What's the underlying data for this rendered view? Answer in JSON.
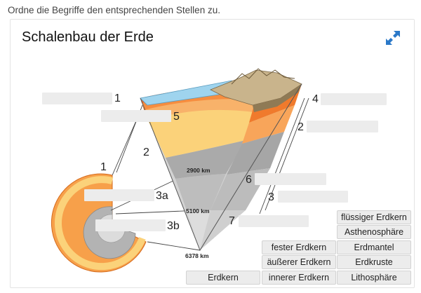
{
  "instruction": "Ordne die Begriffe den entsprechenden Stellen zu.",
  "title": "Schalenbau der Erde",
  "icons": {
    "expand": "expand-arrows-icon"
  },
  "figure": {
    "labels": {
      "n1_top": "1",
      "n5": "5",
      "n4": "4",
      "n2_right": "2",
      "n2_left": "2",
      "n1_left": "1",
      "n6": "6",
      "n3": "3",
      "n3a": "3a",
      "n3b": "3b",
      "n7": "7"
    },
    "depths": [
      "2900 km",
      "5100 km",
      "6378 km"
    ]
  },
  "terms": [
    "flüssiger Erdkern",
    "Asthenosphäre",
    "fester Erdkern",
    "Erdmantel",
    "äußerer Erdkern",
    "Erdkruste",
    "Erdkern",
    "innerer Erdkern",
    "Lithosphäre"
  ],
  "colors": {
    "ocean": "#9fd4ee",
    "crust": "#c9b48c",
    "lithosphere": "#ef6a26",
    "asthenosphere": "#f68d3f",
    "mantle_upper": "#f8b26a",
    "mantle_lower": "#fbd27a",
    "outer_core": "#adadad",
    "inner_core": "#d4d4d4",
    "drop_zone": "#ececec"
  }
}
